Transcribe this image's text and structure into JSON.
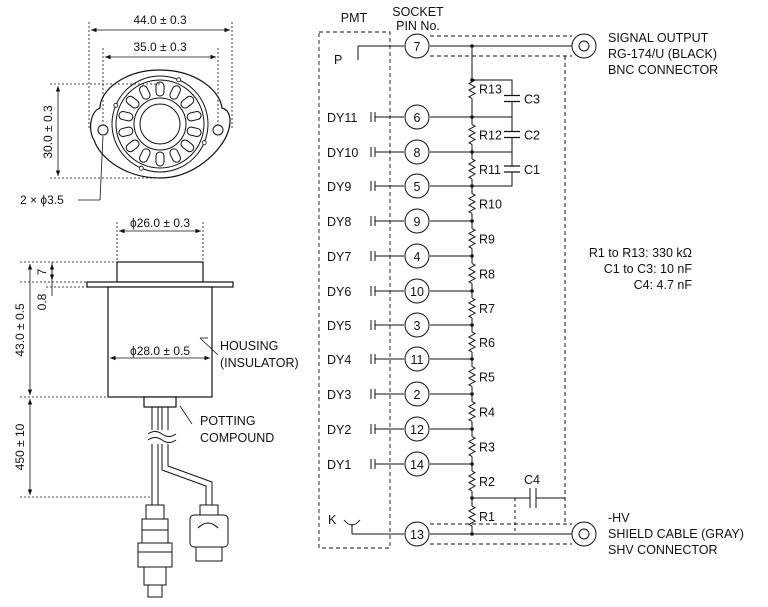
{
  "socket_view": {
    "dim_outer_width": "44.0 ± 0.3",
    "dim_inner_width": "35.0 ± 0.3",
    "dim_height": "30.0 ± 0.3",
    "dim_holes": "2 × ϕ3.5"
  },
  "housing_view": {
    "dim_top_dia": "ϕ26.0 ± 0.3",
    "dim_top_height": "7",
    "dim_flange": "0.8",
    "dim_body_height": "43.0 ± 0.5",
    "dim_body_dia": "ϕ28.0 ± 0.5",
    "dim_cable": "450 ± 10",
    "label_housing": [
      "HOUSING",
      "(INSULATOR)"
    ],
    "label_potting": [
      "POTTING",
      "COMPOUND"
    ]
  },
  "schematic": {
    "header_pmt": "PMT",
    "header_socket": [
      "SOCKET",
      "PIN No."
    ],
    "anode_label": "P",
    "cathode_label": "K",
    "anode_pin": "7",
    "cathode_pin": "13",
    "dynodes": [
      {
        "label": "DY11",
        "pin": "6"
      },
      {
        "label": "DY10",
        "pin": "8"
      },
      {
        "label": "DY9",
        "pin": "5"
      },
      {
        "label": "DY8",
        "pin": "9"
      },
      {
        "label": "DY7",
        "pin": "4"
      },
      {
        "label": "DY6",
        "pin": "10"
      },
      {
        "label": "DY5",
        "pin": "3"
      },
      {
        "label": "DY4",
        "pin": "11"
      },
      {
        "label": "DY3",
        "pin": "2"
      },
      {
        "label": "DY2",
        "pin": "12"
      },
      {
        "label": "DY1",
        "pin": "14"
      }
    ],
    "resistors": [
      "R13",
      "R12",
      "R11",
      "R10",
      "R9",
      "R8",
      "R7",
      "R6",
      "R5",
      "R4",
      "R3",
      "R2",
      "R1"
    ],
    "capacitors": [
      "C3",
      "C2",
      "C1"
    ],
    "cap_c4": "C4",
    "signal_output": [
      "SIGNAL OUTPUT",
      "RG-174/U (BLACK)",
      "BNC CONNECTOR"
    ],
    "hv_output": [
      "-HV",
      "SHIELD CABLE (GRAY)",
      "SHV CONNECTOR"
    ],
    "values": [
      "R1 to R13: 330 kΩ",
      "C1 to C3: 10 nF",
      "C4: 4.7 nF"
    ]
  }
}
